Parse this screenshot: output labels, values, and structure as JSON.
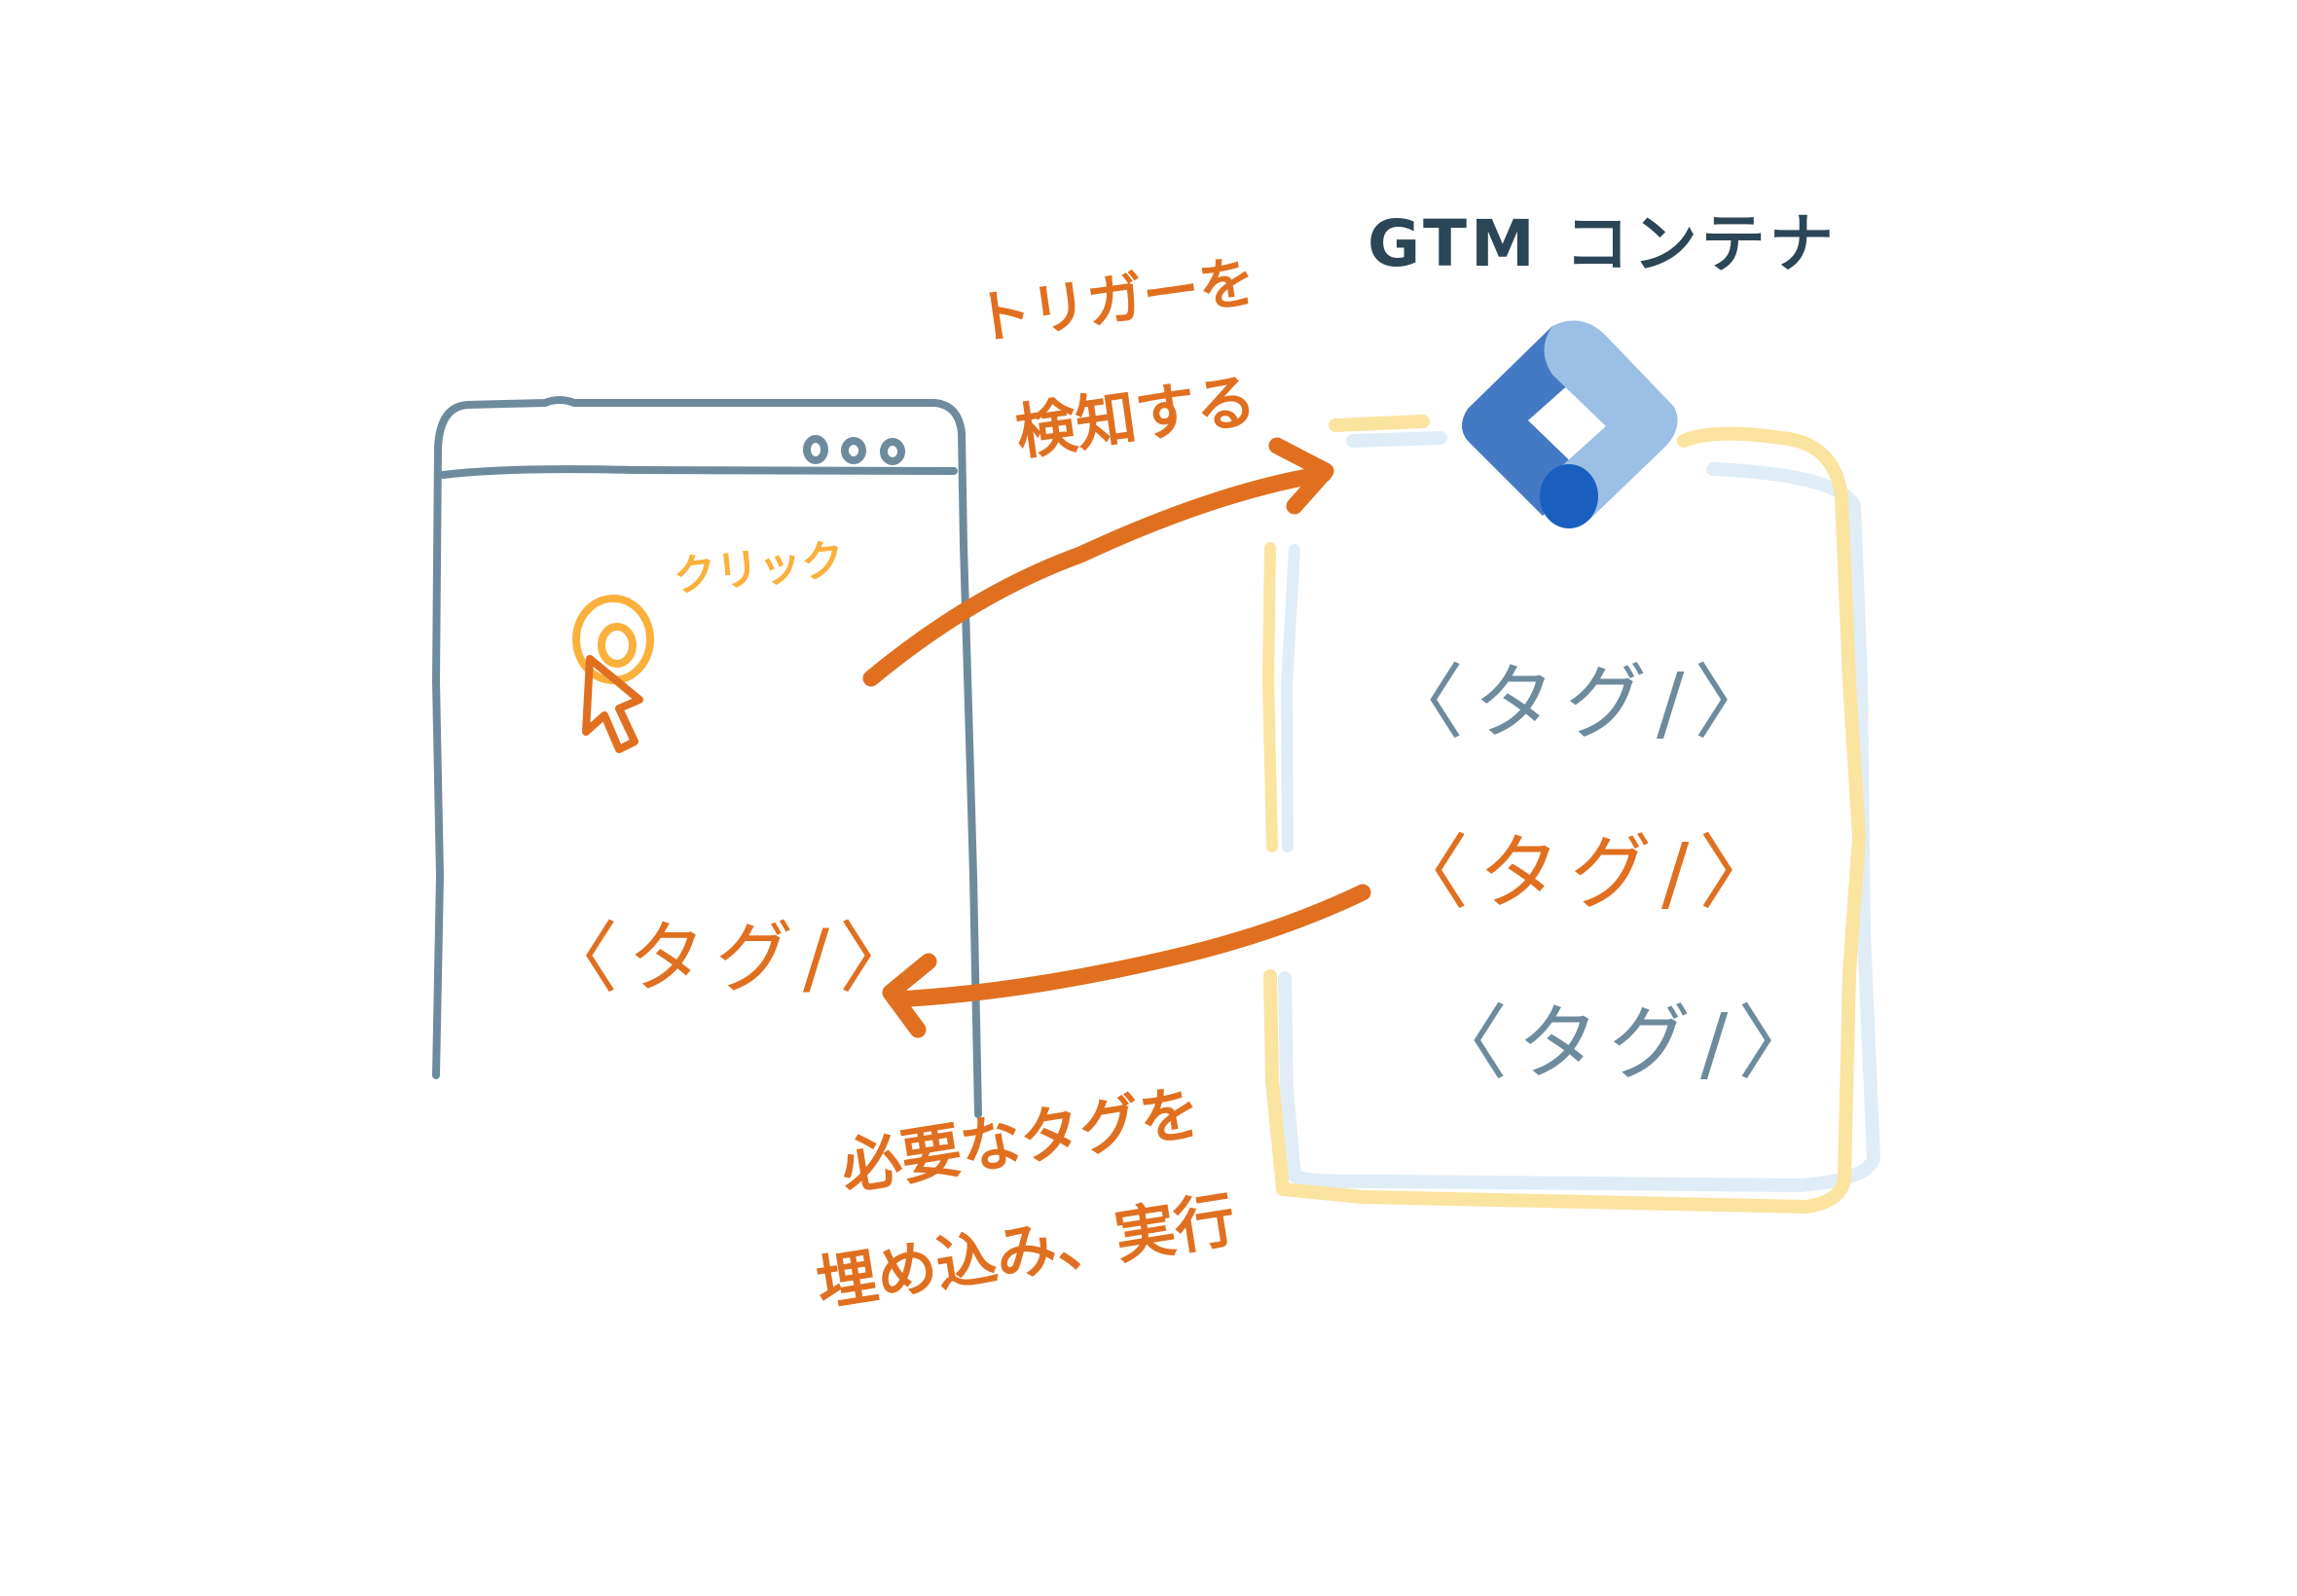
{
  "title": "GTM コンテナ",
  "browser": {
    "window_dots": [
      "o",
      "o",
      "o"
    ],
    "click_label": "クリック",
    "embedded_tag": "〈タグ/〉"
  },
  "annotations": {
    "trigger_line1": "トリガーを",
    "trigger_line2": "検知する",
    "embed_line1": "必要なタグを",
    "embed_line2": "埋め込み、実行"
  },
  "container": {
    "tags": [
      {
        "label": "〈タグ/〉",
        "state": "inactive"
      },
      {
        "label": "〈タグ/〉",
        "state": "active"
      },
      {
        "label": "〈タグ/〉",
        "state": "inactive"
      }
    ]
  },
  "colors": {
    "browser_stroke": "#6e8b9e",
    "orange": "#e07020",
    "click_yellow": "#fbb03b",
    "container_yellow": "#fbe3a0",
    "container_blue": "#e0edf6",
    "title": "#2b4656",
    "gtm_dark": "#4479c4",
    "gtm_light": "#9cbfe5",
    "gtm_dot": "#1a5fbf"
  }
}
